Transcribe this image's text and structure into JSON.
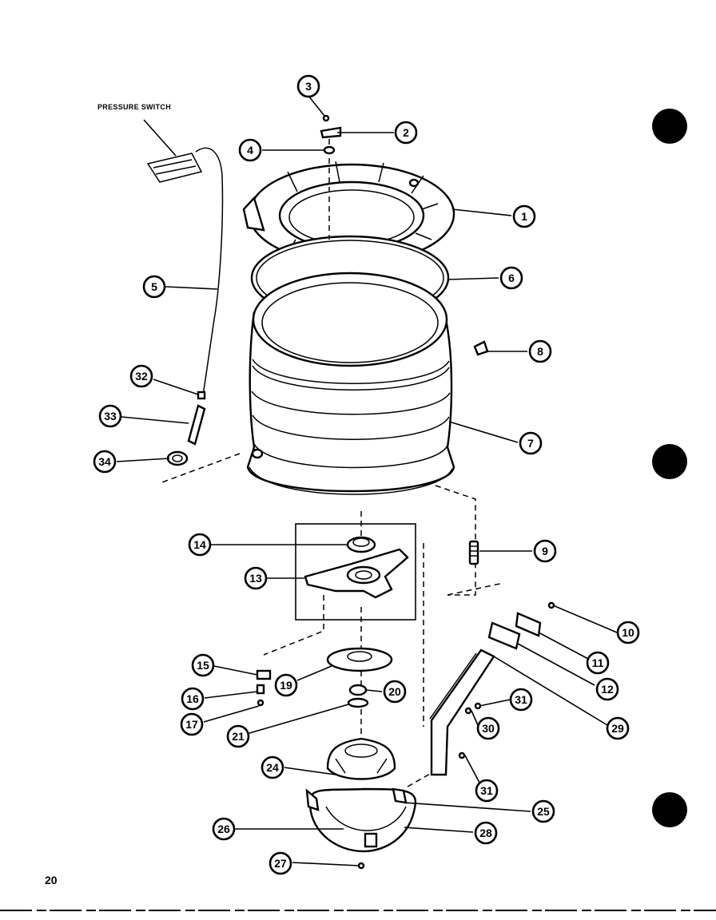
{
  "labels": {
    "pressure_switch": "PRESSURE SWITCH",
    "page_number": "20"
  },
  "callouts": [
    "1",
    "2",
    "3",
    "4",
    "5",
    "6",
    "7",
    "8",
    "9",
    "10",
    "11",
    "12",
    "13",
    "14",
    "15",
    "16",
    "17",
    "19",
    "20",
    "21",
    "24",
    "25",
    "26",
    "27",
    "28",
    "29",
    "30",
    "31",
    "31",
    "32",
    "33",
    "34"
  ]
}
